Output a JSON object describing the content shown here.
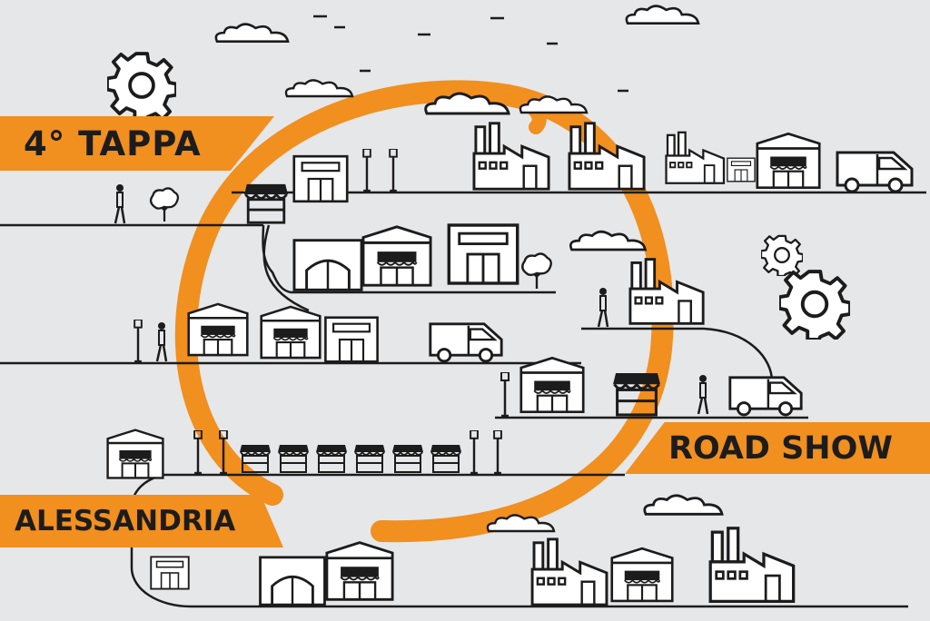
{
  "banners": {
    "stage": "4° TAPPA",
    "event": "ROAD SHOW",
    "city": "ALESSANDRIA"
  },
  "colors": {
    "background": "#e6e7e9",
    "accent": "#f18f1f",
    "ink": "#1c1c1c"
  },
  "icons": [
    "gear-icon",
    "factory-icon",
    "shop-icon",
    "van-icon",
    "tree-icon",
    "street-lamp-icon",
    "pedestrian-icon",
    "cloud-icon"
  ]
}
